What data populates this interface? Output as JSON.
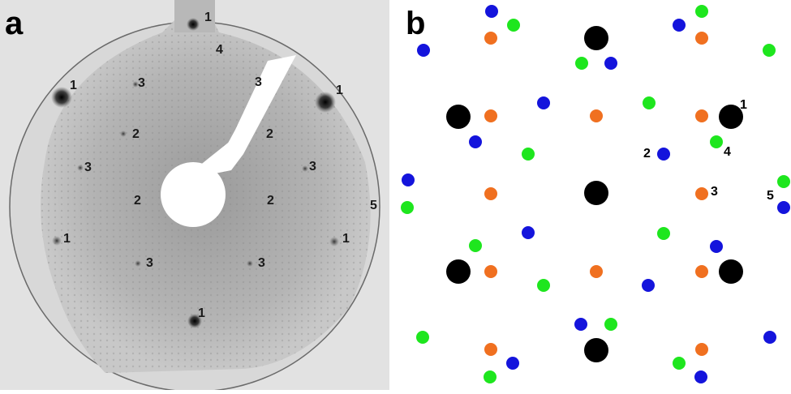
{
  "panel_a": {
    "letter": "a",
    "spot_labels": [
      "1",
      "4",
      "3",
      "1",
      "3",
      "1",
      "2",
      "2",
      "3",
      "3",
      "2",
      "2",
      "5",
      "1",
      "1",
      "3",
      "3",
      "1"
    ]
  },
  "panel_b": {
    "letter": "b",
    "spot_labels": [
      "1",
      "2",
      "4",
      "3",
      "5"
    ],
    "colors": {
      "black": "#000000",
      "orange": "#f07020",
      "blue": "#1414dc",
      "green": "#1ee61e"
    }
  }
}
